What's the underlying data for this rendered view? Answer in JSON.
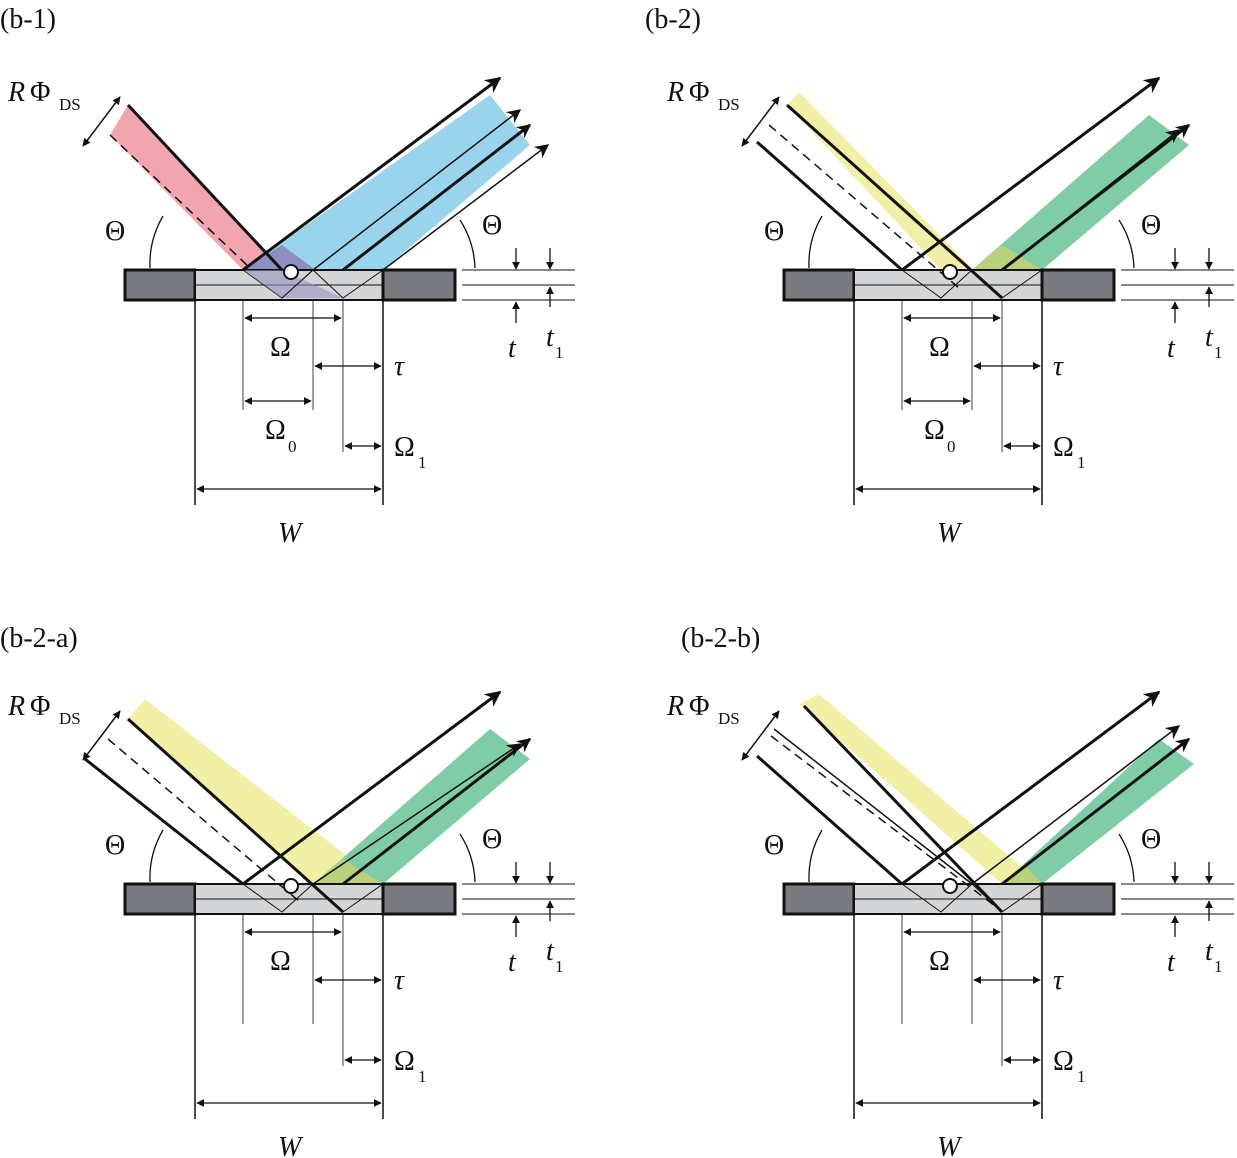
{
  "panels": [
    {
      "title": "(b-1)",
      "ray_label": "R",
      "ray_symbol": "Φ",
      "ray_sub": "DS",
      "theta": "Θ",
      "omega": "Ω",
      "omega0": "Ω",
      "omega0_sub": "0",
      "tau": "τ",
      "omega1": "Ω",
      "omega1_sub": "1",
      "w": "W",
      "t": "t",
      "t1": "t",
      "t1_sub": "1"
    },
    {
      "title": "(b-2)",
      "ray_label": "R",
      "ray_symbol": "Φ",
      "ray_sub": "DS",
      "theta": "Θ",
      "omega": "Ω",
      "omega0": "Ω",
      "omega0_sub": "0",
      "tau": "τ",
      "omega1": "Ω",
      "omega1_sub": "1",
      "w": "W",
      "t": "t",
      "t1": "t",
      "t1_sub": "1"
    },
    {
      "title": "(b-2-a)",
      "ray_label": "R",
      "ray_symbol": "Φ",
      "ray_sub": "DS",
      "theta": "Θ",
      "omega": "Ω",
      "tau": "τ",
      "omega1": "Ω",
      "omega1_sub": "1",
      "w": "W",
      "t": "t",
      "t1": "t",
      "t1_sub": "1"
    },
    {
      "title": "(b-2-b)",
      "ray_label": "R",
      "ray_symbol": "Φ",
      "ray_sub": "DS",
      "theta": "Θ",
      "omega": "Ω",
      "tau": "τ",
      "omega1": "Ω",
      "omega1_sub": "1",
      "w": "W",
      "t": "t",
      "t1": "t",
      "t1_sub": "1"
    }
  ],
  "colors": {
    "incident_red": "#f0a0aa",
    "reflected_blue": "#9ad4ec",
    "incident_yellow": "#f2f0a6",
    "reflected_green": "#7fcca6",
    "overlap_purple": "#8f8ec0",
    "overlap_olive": "#b9d07c",
    "frame_dark": "#7a7b80",
    "sample_light": "#d4d5d6"
  }
}
